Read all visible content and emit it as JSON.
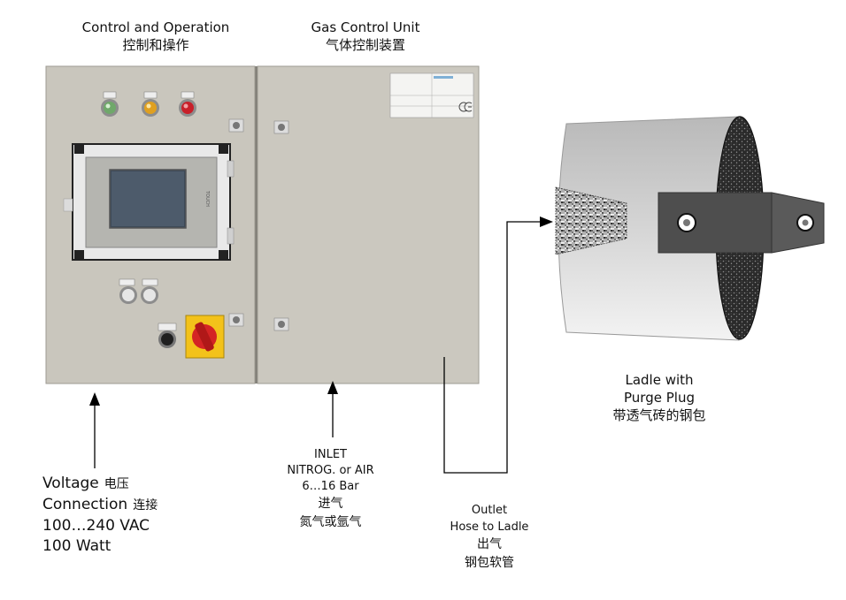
{
  "labels": {
    "control": {
      "en": "Control and Operation",
      "cn": "控制和操作"
    },
    "gas_unit": {
      "en": "Gas Control Unit",
      "cn": "气体控制装置"
    },
    "ladle": {
      "en1": "Ladle with",
      "en2": "Purge Plug",
      "cn": "带透气砖的钢包"
    },
    "voltage": {
      "line1": "Voltage",
      "line1_cn": "电压",
      "line2": "Connection",
      "line2_cn": "连接",
      "line3": "100…240 VAC",
      "line4": "100 Watt"
    },
    "inlet": {
      "line1": "INLET",
      "line2": "NITROG. or AIR",
      "line3": "6…16 Bar",
      "cn1": "进气",
      "cn2": "氮气或氩气"
    },
    "outlet": {
      "line1": "Outlet",
      "line2": "Hose to Ladle",
      "cn1": "出气",
      "cn2": "钢包软管"
    }
  },
  "colors": {
    "cabinet": "#c8c5bc",
    "lamp_green": "#6fa86a",
    "lamp_amber": "#e0a020",
    "lamp_red": "#c8202a",
    "switch_yellow": "#f3c21a",
    "switch_red": "#d42424",
    "ladle_dark": "#333333"
  }
}
